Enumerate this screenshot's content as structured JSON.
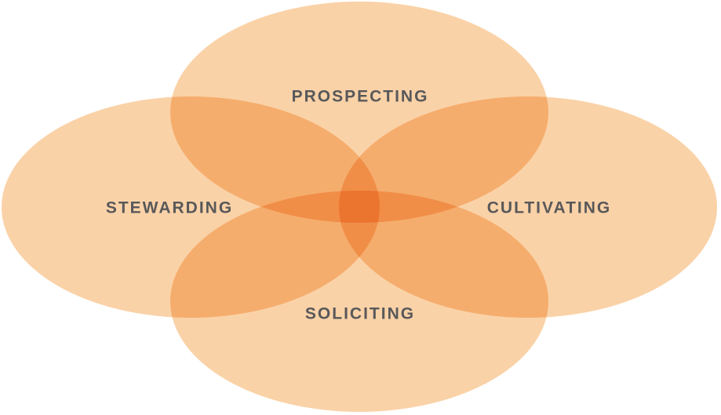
{
  "diagram": {
    "labels": {
      "prospecting": "PROSPECTING",
      "cultivating": "CULTIVATING",
      "soliciting": "SOLICITING",
      "stewarding": "STEWARDING"
    },
    "colors": {
      "petal_fill": "#f6a54f",
      "petal_opacity": 0.5,
      "label_text": "#58585a",
      "background": "#ffffff"
    }
  }
}
